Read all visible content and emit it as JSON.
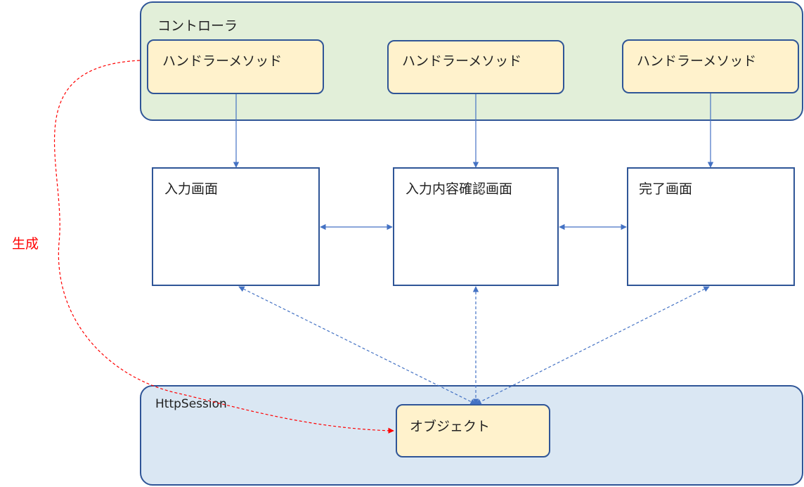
{
  "controller": {
    "label": "コントローラ"
  },
  "handlers": [
    {
      "label": "ハンドラーメソッド"
    },
    {
      "label": "ハンドラーメソッド"
    },
    {
      "label": "ハンドラーメソッド"
    }
  ],
  "screens": [
    {
      "label": "入力画面"
    },
    {
      "label": "入力内容確認画面"
    },
    {
      "label": "完了画面"
    }
  ],
  "session": {
    "label": "HttpSession",
    "object_label": "オブジェクト"
  },
  "create_annotation": {
    "label": "生成"
  },
  "colors": {
    "controller_fill": "#e2efd9",
    "session_fill": "#dae7f3",
    "handler_fill": "#fff2cc",
    "border": "#2f5597",
    "arrow": "#4472c4",
    "create_arrow": "#ff0000",
    "create_text": "#ff0000"
  }
}
